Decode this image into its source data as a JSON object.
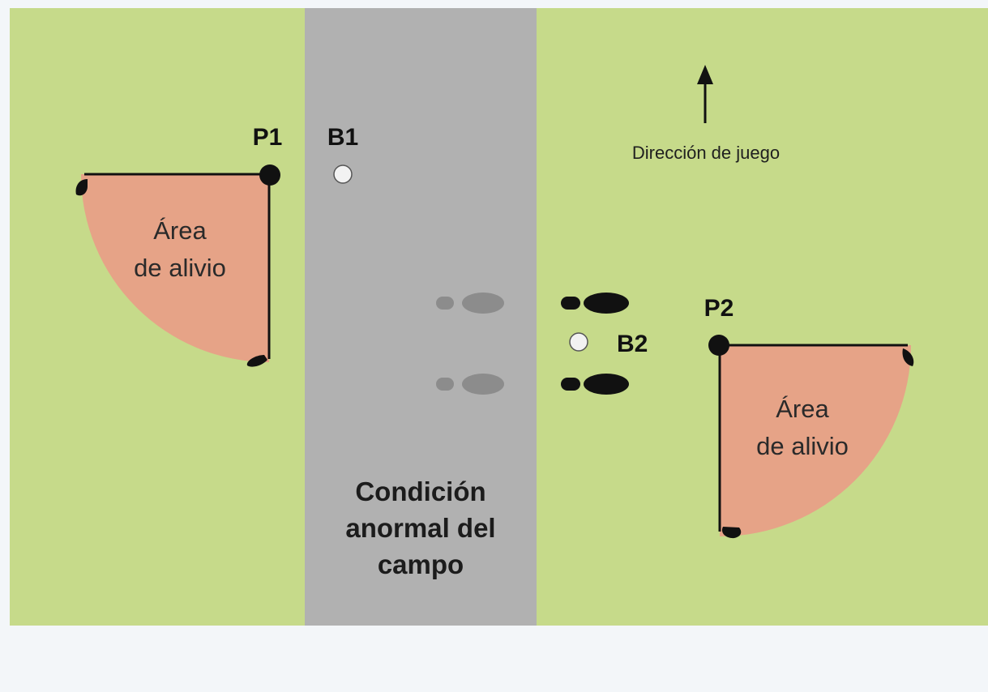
{
  "colors": {
    "page_background": "#f3f6f9",
    "grass": "#c6da8a",
    "abnormal_condition": "#b1b1b1",
    "relief_area": "#e6a387",
    "marker": "#111111",
    "ball": "#f2f2f2",
    "footprint_dark": "#111111",
    "footprint_light": "#8c8c8c"
  },
  "labels": {
    "p1": "P1",
    "b1": "B1",
    "p2": "P2",
    "b2": "B2",
    "relief_area_left": [
      "Área",
      "de alivio"
    ],
    "relief_area_right": [
      "Área",
      "de alivio"
    ],
    "play_direction": "Dirección de juego",
    "abnormal_condition": [
      "Condición",
      "anormal del",
      "campo"
    ]
  },
  "icons": {
    "direction_arrow": "arrow-up-icon",
    "ball": "golf-ball-icon",
    "footprint": "footprint-icon"
  }
}
